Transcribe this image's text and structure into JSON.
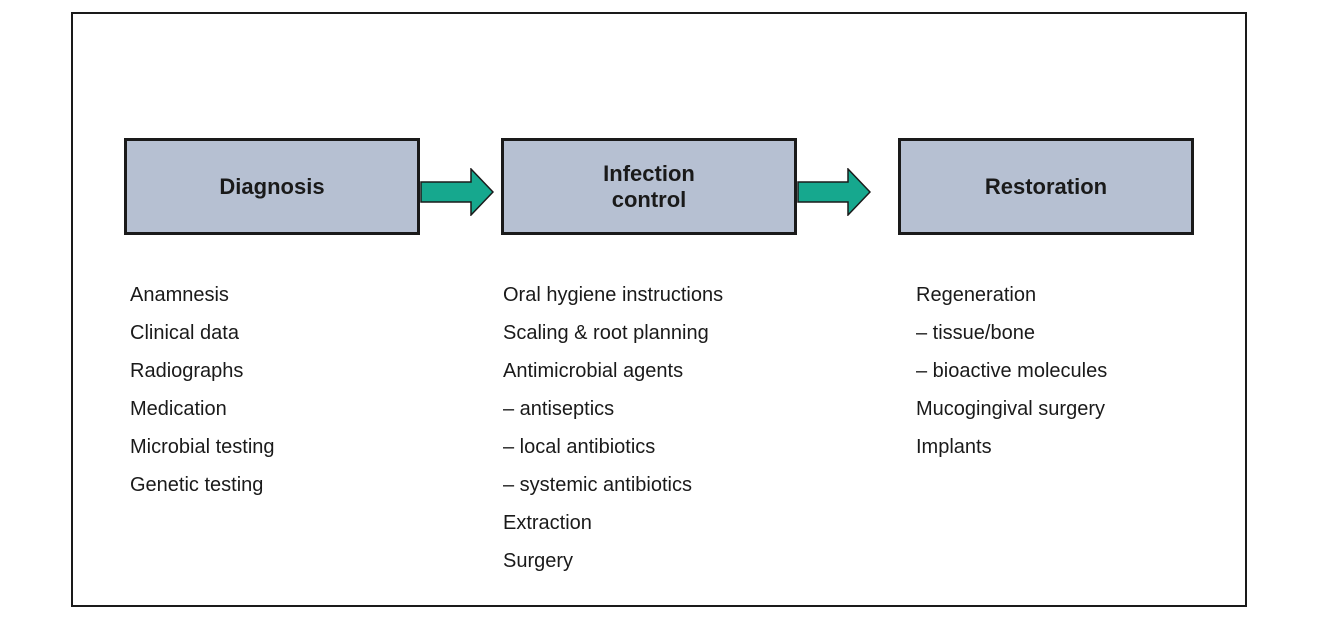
{
  "figure": {
    "columns": [
      {
        "title": "Diagnosis",
        "items": [
          "Anamnesis",
          "Clinical data",
          "Radiographs",
          "Medication",
          "Microbial testing",
          "Genetic testing"
        ]
      },
      {
        "title": "Infection\ncontrol",
        "items": [
          "Oral hygiene instructions",
          "Scaling & root planning",
          "Antimicrobial agents",
          "– antiseptics",
          "– local antibiotics",
          "– systemic antibiotics",
          "Extraction",
          "Surgery"
        ]
      },
      {
        "title": "Restoration",
        "items": [
          "Regeneration",
          "– tissue/bone",
          "– bioactive molecules",
          "Mucogingival surgery",
          "Implants"
        ]
      }
    ],
    "colors": {
      "box_fill": "#b6c0d2",
      "box_border": "#1a1a1a",
      "arrow_fill": "#16a88e",
      "arrow_outline": "#1a1a1a",
      "frame_border": "#1a1a1a",
      "text": "#1a1a1a"
    }
  }
}
